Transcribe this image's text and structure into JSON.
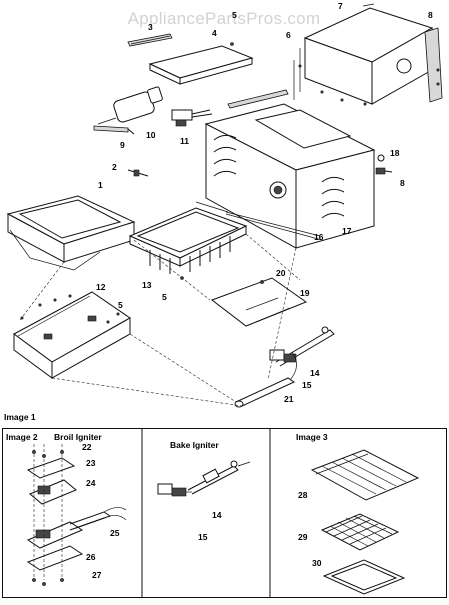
{
  "watermark": "AppliancePartsPros.com",
  "sections": {
    "image1": "Image 1",
    "image2": "Image 2",
    "image3": "Image 3",
    "broil_igniter": "Broil Igniter",
    "bake_igniter": "Bake Igniter"
  },
  "callouts": {
    "c1": "1",
    "c2": "2",
    "c3": "3",
    "c4": "4",
    "c5a": "5",
    "c5b": "5",
    "c5c": "5",
    "c6": "6",
    "c7": "7",
    "c8a": "8",
    "c8b": "8",
    "c9": "9",
    "c10": "10",
    "c11": "11",
    "c12": "12",
    "c13": "13",
    "c14a": "14",
    "c14b": "14",
    "c15a": "15",
    "c15b": "15",
    "c16": "16",
    "c17": "17",
    "c18": "18",
    "c19": "19",
    "c20": "20",
    "c21": "21",
    "c22": "22",
    "c23": "23",
    "c24": "24",
    "c25": "25",
    "c26": "26",
    "c27": "27",
    "c28": "28",
    "c29": "29",
    "c30": "30"
  }
}
